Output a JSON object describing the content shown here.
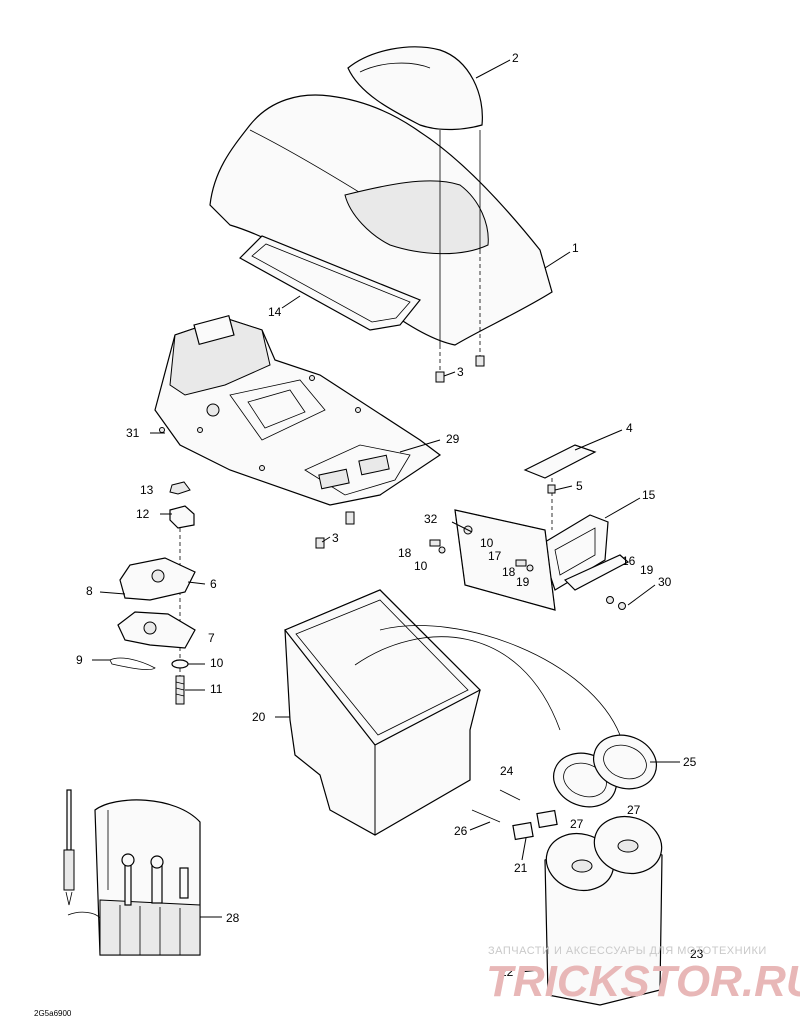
{
  "diagram_code": "2G5a6900",
  "watermark": {
    "tagline": "ЗАПЧАСТИ И АКСЕССУАРЫ ДЛЯ МОТОТЕХНИКИ",
    "brand": "TRICKSTOR.RU"
  },
  "callouts": {
    "c1": "1",
    "c2": "2",
    "c3a": "3",
    "c3b": "3",
    "c4": "4",
    "c5": "5",
    "c6": "6",
    "c7": "7",
    "c8": "8",
    "c9": "9",
    "c10a": "10",
    "c10b": "10",
    "c10c": "10",
    "c11": "11",
    "c12": "12",
    "c13": "13",
    "c14": "14",
    "c15": "15",
    "c16": "16",
    "c17": "17",
    "c18a": "18",
    "c18b": "18",
    "c19a": "19",
    "c19b": "19",
    "c20": "20",
    "c21": "21",
    "c22": "22",
    "c23": "23",
    "c24": "24",
    "c25": "25",
    "c26": "26",
    "c27a": "27",
    "c27b": "27",
    "c28": "28",
    "c29": "29",
    "c30": "30",
    "c31": "31",
    "c32": "32"
  }
}
